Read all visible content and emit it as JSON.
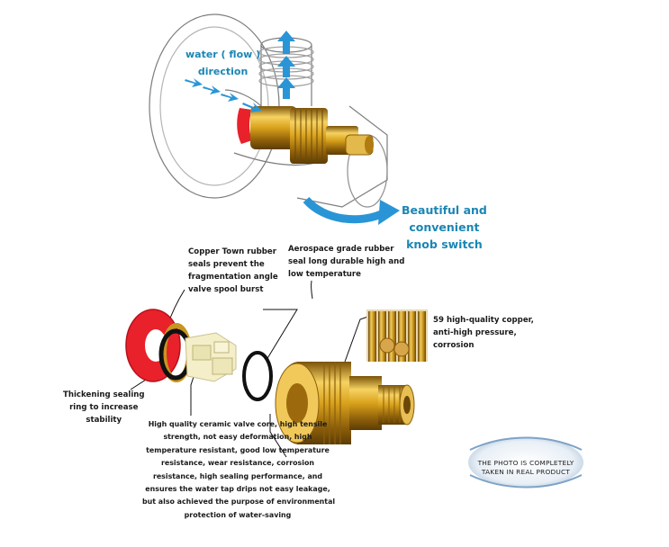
{
  "labels": {
    "water_flow": [
      "water ( flow )",
      "direction"
    ],
    "knob": [
      "Beautiful and",
      "convenient",
      "knob switch"
    ],
    "aerospace": [
      "Aerospace grade rubber",
      "seal long durable high and",
      "low temperature"
    ],
    "copper_seals": [
      "Copper Town rubber",
      "seals prevent the",
      "fragmentation angle",
      "valve spool burst"
    ],
    "copper59": [
      "59 high-quality copper,",
      "anti-high pressure,",
      "corrosion"
    ],
    "thickening": [
      "Thickening sealing",
      "ring to increase",
      "stability"
    ],
    "ceramic": [
      "High quality ceramic valve core, high tensile",
      "strength, not easy deformation, high",
      "temperature resistant, good low temperature",
      "resistance, wear resistance, corrosion",
      "resistance, high sealing performance, and",
      "ensures the water tap drips not easy leakage,",
      "but also achieved the purpose of environmental",
      "protection of water-saving"
    ],
    "badge": [
      "THE PHOTO IS COMPLETELY",
      "TAKEN IN REAL PRODUCT"
    ]
  },
  "colors": {
    "flow_arrow": "#2a95d6",
    "label_blue": "#1b86b4",
    "brass": "#d4a11e",
    "red_ring": "#e8212b",
    "black_ring": "#111111"
  }
}
